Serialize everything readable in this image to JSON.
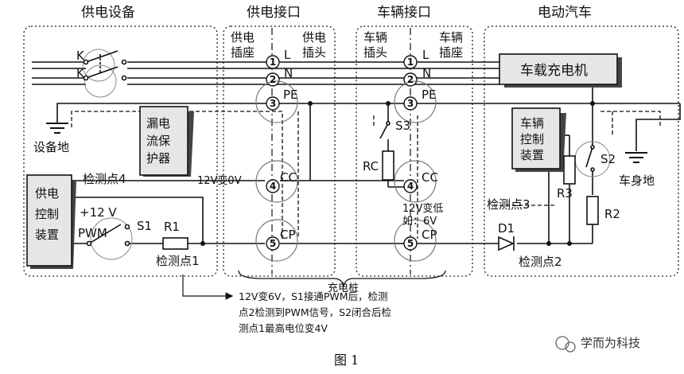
{
  "sections": {
    "supply_equipment": "供电设备",
    "supply_interface": "供电接口",
    "vehicle_interface": "车辆接口",
    "electric_vehicle": "电动汽车"
  },
  "connectors": {
    "supply_socket": [
      "供电",
      "插座"
    ],
    "supply_plug": [
      "供电",
      "插头"
    ],
    "vehicle_plug": [
      "车辆",
      "插头"
    ],
    "vehicle_socket": [
      "车辆",
      "插座"
    ]
  },
  "pins": [
    {
      "num": "1",
      "label": "L"
    },
    {
      "num": "2",
      "label": "N"
    },
    {
      "num": "3",
      "label": "PE"
    },
    {
      "num": "4",
      "label": "CC"
    },
    {
      "num": "5",
      "label": "CP"
    }
  ],
  "blocks": {
    "onboard_charger": "车载充电机",
    "rcd": [
      "漏电",
      "流保",
      "护器"
    ],
    "supply_control": [
      "供电",
      "控制",
      "装置"
    ],
    "vehicle_control": [
      "车辆",
      "控制",
      "装置"
    ]
  },
  "grounds": {
    "equipment": "设备地",
    "body": "车身地"
  },
  "switch_k": "K",
  "switches": {
    "s1": "S1",
    "s2": "S2",
    "s3": "S3"
  },
  "resistors": {
    "r1": "R1",
    "rc": "RC",
    "r2": "R2",
    "r3": "R3"
  },
  "diode": "D1",
  "signals": {
    "plus12v": "+12 V",
    "pwm": "PWM"
  },
  "detection_points": {
    "p1": "检测点1",
    "p2": "检测点2",
    "p3": "检测点3",
    "p4": "检测点4"
  },
  "annotations": {
    "cc_change": "12V变0V",
    "v_low": [
      "12V变低",
      "如：6V"
    ],
    "cable": "充电桩",
    "note": [
      "12V变6V，S1接通PWM后，检测",
      "点2检测到PWM信号，S2闭合后检",
      "测点1最高电位变4V"
    ]
  },
  "watermark": "学而为科技",
  "caption": "图 1"
}
